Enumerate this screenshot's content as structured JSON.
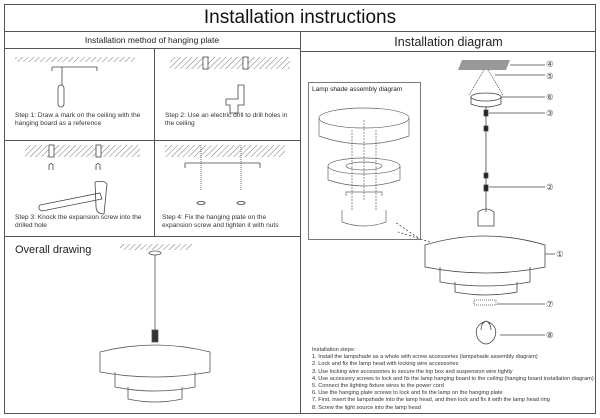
{
  "title": "Installation instructions",
  "left": {
    "header": "Installation method of hanging plate",
    "steps": [
      "Step 1: Draw a mark on the ceiling with the hanging board as a reference",
      "Step 2: Use an electric drill to drill holes in the ceiling",
      "Step 3: Knock the expansion screw into the drilled hole",
      "Step 4: Fix the hanging plate on the expansion screw and tighten it with nuts"
    ],
    "overall_title": "Overall drawing"
  },
  "right": {
    "header": "Installation diagram",
    "inset_title": "Lamp shade assembly diagram",
    "callouts": [
      "④",
      "⑤",
      "⑥",
      "③",
      "②",
      "①",
      "⑦",
      "⑧"
    ],
    "steps_title": "Installation steps:",
    "steps": [
      "1. Install the lampshade as a whole with screw accessories (lampshade assembly diagram)",
      "2. Lock and fix the lamp head with locking wire accessories",
      "3. Use locking wire accessories to secure the top box and suspension wire tightly",
      "4. Use accessory screws to lock and fix the lamp hanging board to the ceiling (hanging board installation diagram)",
      "5. Connect the lighting fixture wires to the power cord",
      "6. Use the hanging plate screws to lock and fix the lamp on the hanging plate",
      "7. First, insert the lampshade into the lamp head, and then lock and fix it with the lamp head ring",
      "8. Screw the light source into the lamp head"
    ]
  }
}
